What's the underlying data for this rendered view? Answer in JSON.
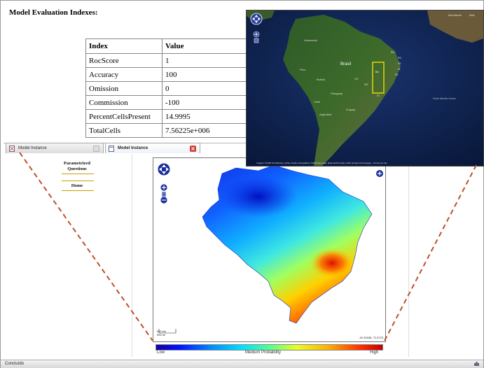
{
  "evaluation": {
    "title": "Model Evaluation Indexes:",
    "table": {
      "headers": [
        "Index",
        "Value"
      ],
      "rows": [
        {
          "index": "RocScore",
          "value": "1"
        },
        {
          "index": "Accuracy",
          "value": "100"
        },
        {
          "index": "Omission",
          "value": "0"
        },
        {
          "index": "Commission",
          "value": "-100"
        },
        {
          "index": "PercentCellsPresent",
          "value": "14.9995"
        },
        {
          "index": "TotalCells",
          "value": "7.56225e+006"
        }
      ]
    }
  },
  "satellite": {
    "labels": [
      "Venezuela",
      "Brasil",
      "Peru",
      "Bolivia",
      "Paraguay",
      "Chile",
      "Argentina",
      "Uruguay",
      "South Atlantic Ocean",
      "RN",
      "PB",
      "PE",
      "AL",
      "SE",
      "BA",
      "RJ",
      "MG",
      "GO",
      "Mauritania",
      "Mali"
    ],
    "footer": "Imagens ©2009 TerraMetrics, NASA, Dados cartográficos ©2009 Tele Atlas, MapLink/Tele Atlas, AND, Europa Technologies · Termos de Uso",
    "highlight_color": "#e8e000"
  },
  "browser": {
    "tabs": [
      {
        "label": "Model Instance",
        "active": false
      },
      {
        "label": "Model Instance",
        "active": true
      }
    ],
    "nav": {
      "parametrized_line1": "Parametrized",
      "parametrized_line2": "Questions",
      "home": "Home"
    },
    "status": "Concluído"
  },
  "distribution_map": {
    "scale_top": "500 km",
    "scale_bottom": "500 mi",
    "coords": "-92.30938, 72.0723",
    "legend": {
      "low": "Low",
      "mid": "Medium Probability",
      "high": "High"
    }
  },
  "colors": {
    "connector": "#c0502a",
    "nav_underline": "#c9a000"
  }
}
